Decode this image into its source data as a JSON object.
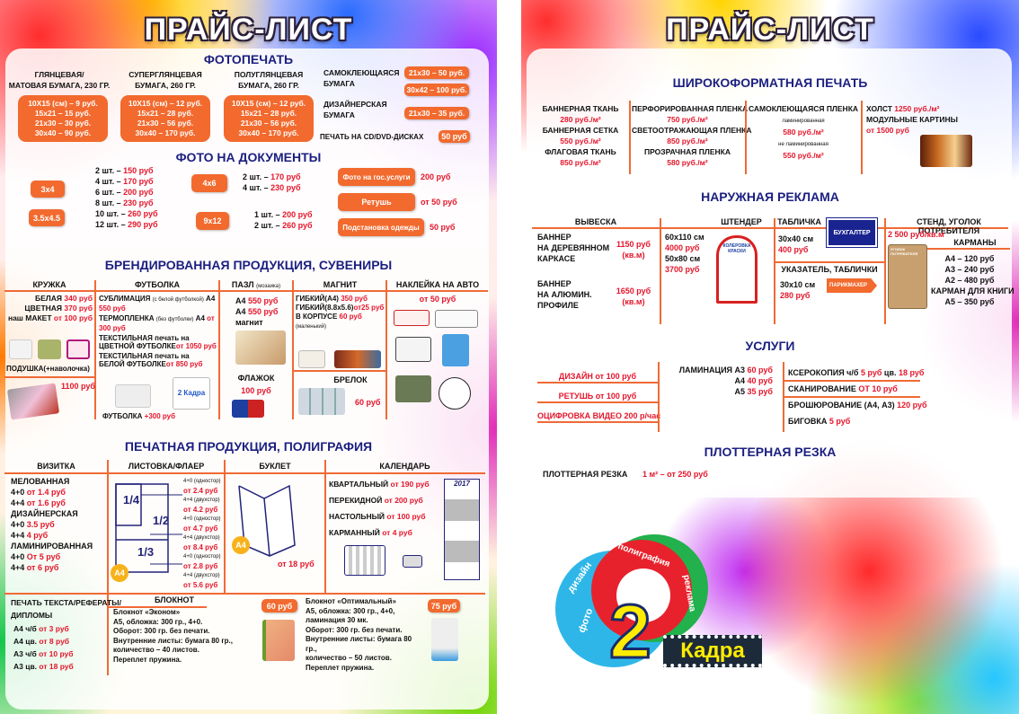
{
  "left": {
    "title": "ПРАЙС-ЛИСТ",
    "photo": {
      "title": "ФОТОПЕЧАТЬ",
      "glossy": {
        "head": [
          "ГЛЯНЦЕВАЯ/",
          "МАТОВАЯ БУМАГА, 230 ГР."
        ],
        "prices": [
          "10Х15 (см) – 9 руб.",
          "15х21 – 15 руб.",
          "21х30 – 30 руб.",
          "30х40 – 90 руб."
        ]
      },
      "superglossy": {
        "head": [
          "СУПЕРГЛЯНЦЕВАЯ",
          "БУМАГА, 260 ГР."
        ],
        "prices": [
          "10Х15 (см) – 12 руб.",
          "15х21 – 28 руб.",
          "21х30 – 56 руб.",
          "30х40 – 170 руб."
        ]
      },
      "semiglossy": {
        "head": [
          "ПОЛУГЛЯНЦЕВАЯ",
          "БУМАГА, 260 ГР."
        ],
        "prices": [
          "10Х15 (см) – 12 руб.",
          "15х21 – 28 руб.",
          "21х30 – 56 руб.",
          "30х40 – 170 руб."
        ]
      },
      "self_adhesive": {
        "label": [
          "САМОКЛЕЮЩАЯСЯ",
          "БУМАГА"
        ],
        "prices": [
          "21х30 – 50 руб.",
          "30х42 – 100 руб."
        ]
      },
      "designer": {
        "label": [
          "ДИЗАЙНЕРСКАЯ",
          "БУМАГА"
        ],
        "price": "21х30 – 35 руб."
      },
      "cd": {
        "label": "ПЕЧАТЬ НА CD/DVD-ДИСКАХ",
        "price": "50 руб"
      }
    },
    "docs": {
      "title": "ФОТО НА ДОКУМЕНТЫ",
      "size_3x4": "3х4",
      "size_35x45": "3.5х4.5",
      "size_4x6": "4х6",
      "size_9x12": "9х12",
      "list_small": [
        {
          "t": "2 шт. – ",
          "p": "150 руб"
        },
        {
          "t": "4 шт. – ",
          "p": "170 руб"
        },
        {
          "t": "6 шт. – ",
          "p": "200 руб"
        },
        {
          "t": "8 шт. – ",
          "p": "230 руб"
        },
        {
          "t": "10 шт. – ",
          "p": "260 руб"
        },
        {
          "t": "12 шт. – ",
          "p": "290 руб"
        }
      ],
      "list_4x6": [
        {
          "t": "2 шт. – ",
          "p": "170 руб"
        },
        {
          "t": "4 шт. – ",
          "p": "230 руб"
        }
      ],
      "list_9x12": [
        {
          "t": "1 шт. – ",
          "p": "200 руб"
        },
        {
          "t": "2 шт. – ",
          "p": "260 руб"
        }
      ],
      "services": [
        {
          "label": "Фото на гос.услуги",
          "price": "200 руб"
        },
        {
          "label": "Ретушь",
          "price": "от 50 руб"
        },
        {
          "label": "Подстановка одежды",
          "price": "50 руб"
        }
      ]
    },
    "branded": {
      "title": "БРЕНДИРОВАННАЯ ПРОДУКЦИЯ, СУВЕНИРЫ",
      "mug": {
        "head": "КРУЖКА",
        "lines": [
          {
            "t": "БЕЛАЯ ",
            "p": "340 руб"
          },
          {
            "t": "ЦВЕТНАЯ ",
            "p": "370 руб"
          },
          {
            "t": "наш МАКЕТ ",
            "p": "от 100 руб"
          }
        ],
        "pillow": "ПОДУШКА(+наволочка)",
        "pillow_price": "1100 руб"
      },
      "tshirt": {
        "head": "ФУТБОЛКА",
        "lines": [
          {
            "t": "СУБЛИМАЦИЯ ",
            "s": "(с белой футболкой)",
            "f": "А4",
            "p": "550 руб"
          },
          {
            "t": "ТЕРМОПЛЕНКА ",
            "s": "(без футболки)",
            "f": "А4",
            "p": "от 300 руб"
          },
          {
            "t": "ТЕКСТИЛЬНАЯ печать на ЦВЕТНОЙ ФУТБОЛКЕ",
            "p": "от 1050 руб"
          },
          {
            "t": "ТЕКСТИЛЬНАЯ печать на БЕЛОЙ ФУТБОЛКЕ",
            "p": "от 850 руб"
          }
        ],
        "extra": {
          "t": "ФУТБОЛКА ",
          "p": "+300 руб"
        },
        "shirt_text": "2 Кадра"
      },
      "puzzle": {
        "head": "ПАЗЛ",
        "head_sub": "(мозаика)",
        "lines": [
          {
            "t": "А4 ",
            "p": "550 руб"
          },
          {
            "t": "А4 ",
            "p": "550 руб"
          },
          {
            "t": "магнит"
          }
        ],
        "flag": "ФЛАЖОК",
        "flag_price": "100 руб"
      },
      "magnet": {
        "head": "МАГНИТ",
        "lines": [
          {
            "t": "ГИБКИЙ(А4) ",
            "p": "350 руб"
          },
          {
            "t": "ГИБКИЙ(8.8х5.6)",
            "p": "от25 руб"
          },
          {
            "t": "В КОРПУСЕ ",
            "p": "60 руб"
          },
          {
            "s": "(маленький)"
          }
        ],
        "keychain": "БРЕЛОК",
        "keychain_price": "60 руб"
      },
      "sticker": {
        "head": "НАКЛЕЙКА НА АВТО",
        "price": "от 50 руб"
      }
    },
    "print": {
      "title": "ПЕЧАТНАЯ ПРОДУКЦИЯ, ПОЛИГРАФИЯ",
      "card": {
        "head": "ВИЗИТКА",
        "lines": [
          {
            "t": "МЕЛОВАННАЯ"
          },
          {
            "t": "4+0 ",
            "p": "от 1.4 руб"
          },
          {
            "t": "4+4 ",
            "p": "от 1.6 руб"
          },
          {
            "t": "ДИЗАЙНЕРСКАЯ"
          },
          {
            "t": "4+0 ",
            "p": "3.5 руб"
          },
          {
            "t": "4+4 ",
            "p": "4 руб"
          },
          {
            "t": "ЛАМИНИРОВАННАЯ"
          },
          {
            "t": "4+0 ",
            "p": "От 5 руб"
          },
          {
            "t": "4+4 ",
            "p": "от 6 руб"
          }
        ]
      },
      "flyer": {
        "head": "ЛИСТОВКА/ФЛАЕР",
        "quarter": "1/4",
        "half": "1/2",
        "third": "1/3",
        "format": "А4",
        "prices": [
          {
            "s": "4+0 (одностор)"
          },
          {
            "p": "от 2.4 руб"
          },
          {
            "s": "4+4 (двухстор)"
          },
          {
            "p": "от 4.2 руб"
          },
          {
            "s": "4+0 (одностор)"
          },
          {
            "p": "от 4.7 руб"
          },
          {
            "s": "4+4 (двухстор)"
          },
          {
            "p": "от 8.4 руб"
          },
          {
            "s": "4+0 (одностор)"
          },
          {
            "p": "от 2.8 руб"
          },
          {
            "s": "4+4 (двухстор)"
          },
          {
            "p": "от 5.6 руб"
          }
        ]
      },
      "booklet": {
        "head": "БУКЛЕТ",
        "format": "А4",
        "price": "от 18 руб"
      },
      "calendar": {
        "head": "КАЛЕНДАРЬ",
        "lines": [
          {
            "t": "КВАРТАЛЬНЫЙ ",
            "p": "от 190 руб"
          },
          {
            "t": "ПЕРЕКИДНОЙ ",
            "p": "от 200 руб"
          },
          {
            "t": "НАСТОЛЬНЫЙ ",
            "p": "от 100 руб"
          },
          {
            "t": "КАРМАННЫЙ ",
            "p": "от 4 руб"
          }
        ],
        "year": "2017"
      },
      "text_print": {
        "head": [
          "ПЕЧАТЬ ТЕКСТА/РЕФЕРАТЫ/",
          "ДИПЛОМЫ"
        ],
        "lines": [
          {
            "t": "А4 ч/б ",
            "p": "от 3 руб"
          },
          {
            "t": "А4 цв. ",
            "p": "от 8 руб"
          },
          {
            "t": "А3 ч/б ",
            "p": "от 10 руб"
          },
          {
            "t": "А3 цв. ",
            "p": "от 18 руб"
          }
        ]
      },
      "notepad": {
        "head": "БЛОКНОТ",
        "econom": [
          "Блокнот «Эконом»",
          "А5, обложка: 300 гр., 4+0.",
          "Оборот: 300 гр. без печати.",
          "Внутренние листы: бумага 80 гр.,",
          "количество – 40 листов.",
          "Переплет пружина."
        ],
        "econom_price": "60 руб",
        "optimal": [
          "Блокнот «Оптимальный»",
          "А5, обложка: 300 гр., 4+0,",
          "ламинация 30 мк.",
          "Оборот: 300 гр. без печати.",
          "Внутренние листы: бумага 80 гр.,",
          "количество – 50 листов.",
          "Переплет пружина."
        ],
        "optimal_price": "75 руб"
      }
    }
  },
  "right": {
    "title": "ПРАЙС-ЛИСТ",
    "wide": {
      "title": "ШИРОКОФОРМАТНАЯ ПЕЧАТЬ",
      "col1": [
        {
          "t": "БАННЕРНАЯ ТКАНЬ"
        },
        {
          "p": "280 руб./м²"
        },
        {
          "t": "БАННЕРНАЯ СЕТКА"
        },
        {
          "p": "550 руб./м²"
        },
        {
          "t": "ФЛАГОВАЯ ТКАНЬ"
        },
        {
          "p": "850 руб./м²"
        }
      ],
      "col2": [
        {
          "t": "ПЕРФОРИРОВАННАЯ ПЛЕНКА"
        },
        {
          "p": "750 руб./м²"
        },
        {
          "t": "СВЕТООТРАЖАЮЩАЯ ПЛЕНКА"
        },
        {
          "p": "850 руб./м²"
        },
        {
          "t": "ПРОЗРАЧНАЯ ПЛЕНКА"
        },
        {
          "p": "580 руб./м²"
        }
      ],
      "col3": [
        {
          "t": "САМОКЛЕЮЩАЯСЯ ПЛЕНКА"
        },
        {
          "s": "ламинированная"
        },
        {
          "p": "580 руб./м²"
        },
        {
          "s": "не ламинированная"
        },
        {
          "p": "550 руб./м²"
        }
      ],
      "col4": [
        {
          "t": "ХОЛСТ ",
          "p": "1250 руб./м²"
        },
        {
          "t": "МОДУЛЬНЫЕ КАРТИНЫ"
        },
        {
          "p": "от 1500 руб"
        }
      ]
    },
    "outdoor": {
      "title": "НАРУЖНАЯ РЕКЛАМА",
      "sign": {
        "head": "ВЫВЕСКА",
        "item1": [
          "БАННЕР",
          "НА ДЕРЕВЯННОМ",
          "КАРКАСЕ"
        ],
        "price1": [
          "1150 руб",
          "(кв.м)"
        ],
        "item2": [
          "БАННЕР",
          "НА АЛЮМИН.",
          "ПРОФИЛЕ"
        ],
        "price2": [
          "1650 руб",
          "(кв.м)"
        ]
      },
      "standee": {
        "head": "ШТЕНДЕР",
        "lines": [
          {
            "t": "60х110 см"
          },
          {
            "p": "4000 руб"
          },
          {
            "t": " "
          },
          {
            "t": "50х80 см"
          },
          {
            "p": "3700 руб"
          }
        ],
        "image_text": "КОЛЕРОВКА КРАСКИ"
      },
      "plate": {
        "head": "ТАБЛИЧКА",
        "lines": [
          {
            "t": "30х40 см"
          },
          {
            "p": "400 руб"
          }
        ],
        "plate_text": "БУХГАЛТЕР",
        "pointer_head": "УКАЗАТЕЛЬ, ТАБЛИЧКИ",
        "pointer_lines": [
          {
            "t": "30х10 см"
          },
          {
            "p": "280 руб"
          }
        ],
        "pointer_text": "ПАРИКМАХЕР"
      },
      "stand": {
        "head": "СТЕНД, УГОЛОК ПОТРЕБИТЕЛЯ",
        "price": "2 500 руб/кв.м",
        "pockets_head": "КАРМАНЫ",
        "pockets": [
          "А4 – 120 руб",
          "А3 – 240 руб",
          "А2 – 480 руб",
          "КАРМАН ДЛЯ КНИГИ",
          "А5 – 350 руб"
        ],
        "board_label": "УГОЛОК ПОТРЕБИТЕЛЯ"
      }
    },
    "services": {
      "title": "УСЛУГИ",
      "left": [
        {
          "p": "ДИЗАЙН от 100 руб"
        },
        {
          "p": "РЕТУШЬ от 100 руб"
        },
        {
          "p": "ОЦИФРОВКА ВИДЕО 200 р/час"
        }
      ],
      "lamination": [
        {
          "t": "ЛАМИНАЦИЯ А3 ",
          "p": "60 руб"
        },
        {
          "t": "А4 ",
          "p": "40 руб"
        },
        {
          "t": "А5 ",
          "p": "35 руб"
        }
      ],
      "right": [
        {
          "t": "КСЕРОКОПИЯ ч/б ",
          "p": "5 руб",
          "t2": " цв. ",
          "p2": "18 руб"
        },
        {
          "t": "СКАНИРОВАНИЕ ",
          "p": "ОТ 10 руб"
        },
        {
          "t": "БРОШЮРОВАНИЕ (А4, А3) ",
          "p": "120 руб"
        },
        {
          "t": "БИГОВКА ",
          "p": "5 руб"
        }
      ]
    },
    "plotter": {
      "title": "ПЛОТТЕРНАЯ РЕЗКА",
      "label": "ПЛОТТЕРНАЯ РЕЗКА",
      "price": "1 м² – от 250 руб"
    },
    "logo": {
      "words": [
        "фото",
        "дизайн",
        "полиграфия",
        "реклама"
      ],
      "digit": "2",
      "name": "Кадра"
    }
  },
  "colors": {
    "accent": "#f26a2e",
    "price": "#e3162b",
    "heading": "#1b1f80"
  }
}
